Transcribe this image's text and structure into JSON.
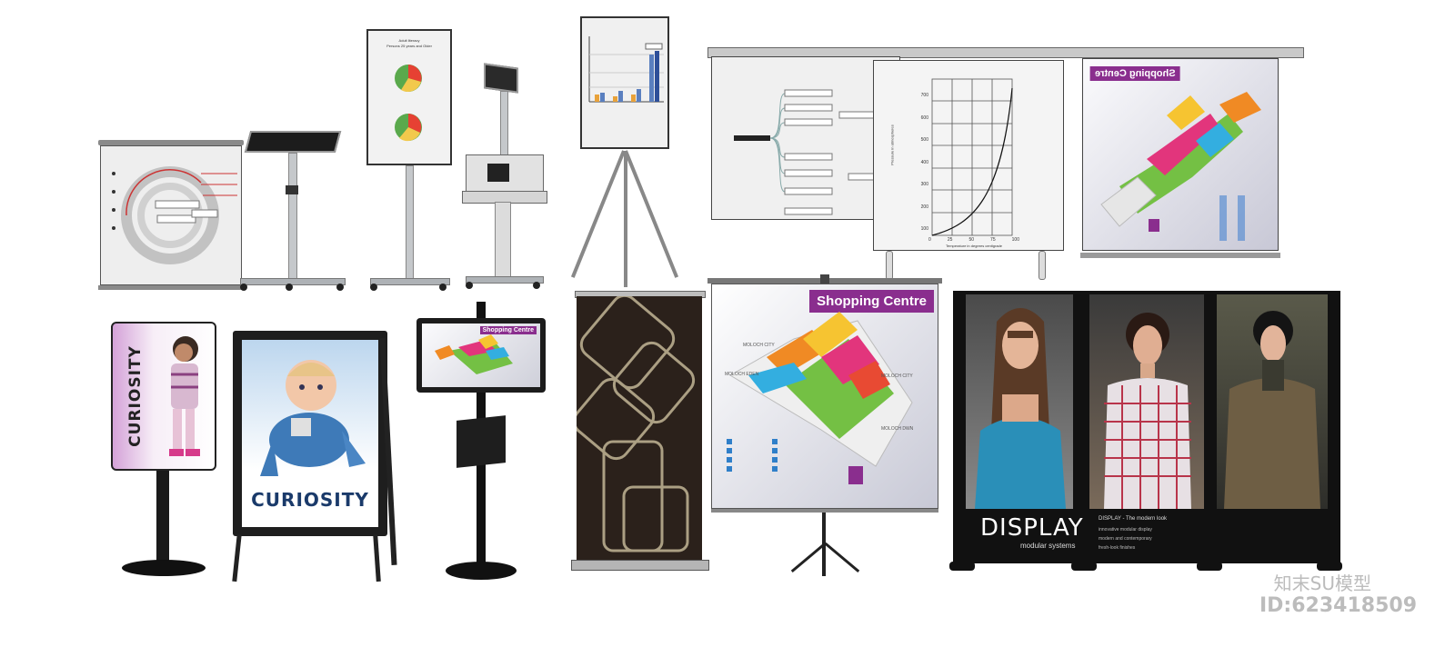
{
  "boards": {
    "shopping_sign_large": "Shopping Centre",
    "shopping_sign_screen": "Shopping Centre",
    "shopping_sign_kiosk": "Shopping Centre",
    "poster_word_a": "CURIOSITY",
    "poster_word_b": "CURIOSITY",
    "display_brand": "DISPLAY",
    "display_tagline": "modular systems",
    "display_headline": "DISPLAY - The modern look",
    "display_line_1": "innovative modular display",
    "display_line_2": "modern and contemporary",
    "display_line_3": "fresh-look finishes",
    "pie_chart_title": "Adult literacy",
    "pie_chart_subtitle": "Persons 25 years and Older",
    "curve_chart_xlabel": "Temperature in degrees centigrade",
    "curve_chart_ylabel": "Pressure in atmospheres",
    "curve_y_ticks": [
      "700",
      "600",
      "500",
      "400",
      "300",
      "200",
      "100"
    ],
    "curve_x_ticks": [
      "0",
      "25",
      "50",
      "75",
      "100"
    ],
    "map_zone_1": "MOLOCH CITY",
    "map_zone_2": "MOLOCH EDEN",
    "map_zone_3": "MOLOCH CITY",
    "map_zone_4": "MOLOCH DWN"
  },
  "watermark": {
    "site": "知末SU模型",
    "id": "ID:623418509"
  },
  "colors": {
    "map_title": "#8a2e8e",
    "frame": "#2a2a2a",
    "stand": "#1a1a1a",
    "metal": "#b8bcc0"
  }
}
